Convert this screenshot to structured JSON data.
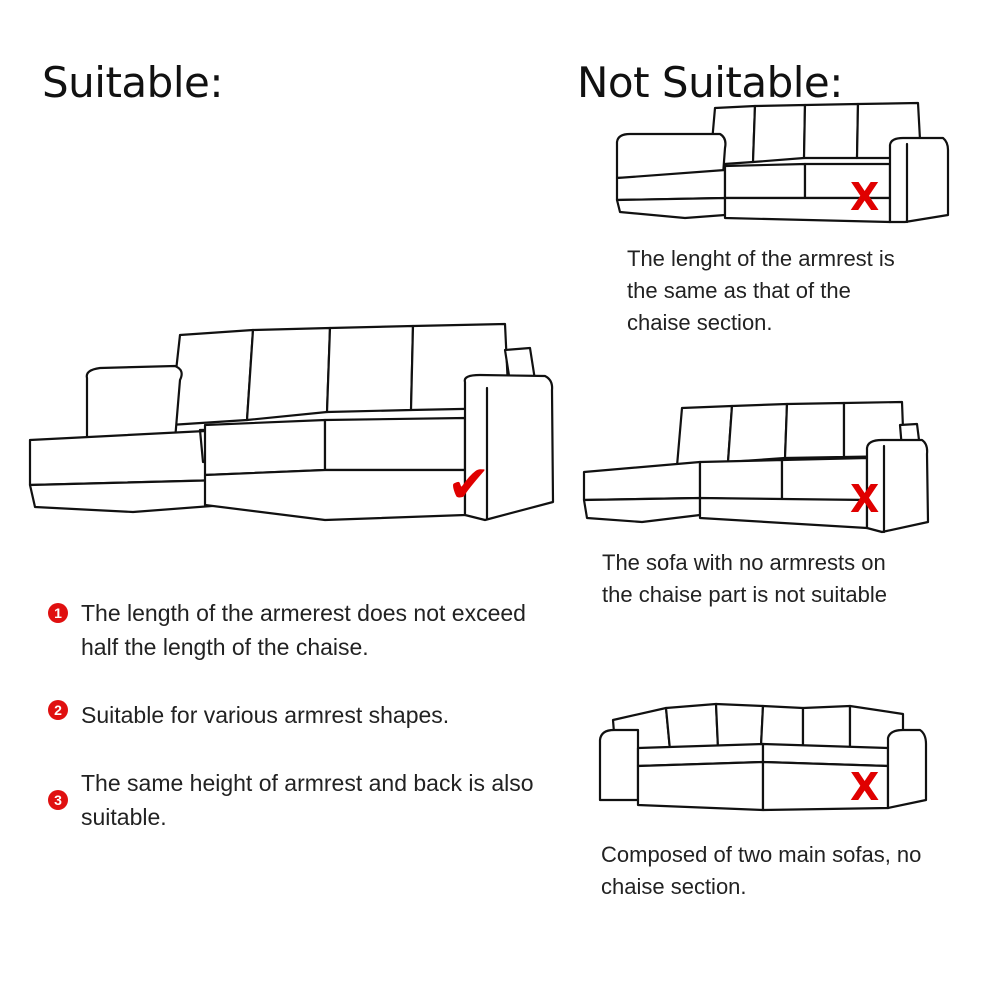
{
  "headings": {
    "suitable": "Suitable:",
    "not_suitable": "Not Suitable:"
  },
  "suitable_items": [
    {
      "num": "1",
      "text": "The length of the armerest does not exceed half the length of the chaise."
    },
    {
      "num": "2",
      "text": "Suitable for various armrest shapes."
    },
    {
      "num": "3",
      "text": "The same height of armrest and back is also suitable."
    }
  ],
  "not_suitable_items": [
    {
      "text": "The lenght of the armrest is the same as that of the chaise section."
    },
    {
      "text": "The sofa with no armrests on the chaise part is not suitable"
    },
    {
      "text": "Composed of two main sofas, no chaise section."
    }
  ],
  "marks": {
    "check": "✔",
    "cross": "X"
  },
  "colors": {
    "accent": "#e00000",
    "line": "#111111"
  }
}
